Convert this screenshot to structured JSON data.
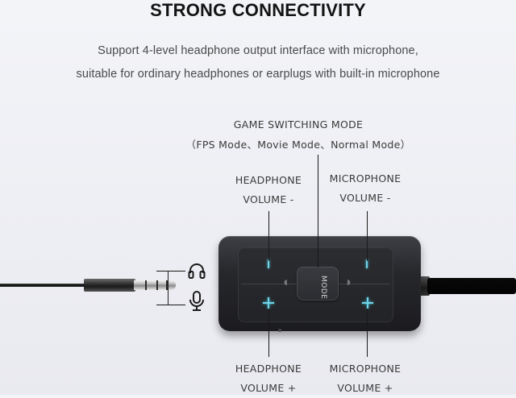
{
  "header": {
    "title": "STRONG CONNECTIVITY",
    "subtitle_line1": "Support 4-level headphone output interface with microphone,",
    "subtitle_line2": "suitable for ordinary headphones or earplugs with built-in microphone"
  },
  "callouts": {
    "game_mode_title": "GAME SWITCHING MODE",
    "game_mode_options": "（FPS Mode、Movie Mode、Normal Mode）",
    "headphone_minus_line1": "HEADPHONE",
    "headphone_minus_line2": "VOLUME -",
    "mic_minus_line1": "MICROPHONE",
    "mic_minus_line2": "VOLUME -",
    "headphone_plus_line1": "HEADPHONE",
    "headphone_plus_line2": "VOLUME +",
    "mic_plus_line1": "MICROPHONE",
    "mic_plus_line2": "VOLUME +"
  },
  "device": {
    "mode_button_label": "MODE"
  },
  "icons": {
    "headphone": "headphone-icon",
    "microphone": "microphone-icon"
  },
  "colors": {
    "accent_led": "#6fd6e8",
    "device_body": "#26272b",
    "title": "#141414"
  }
}
